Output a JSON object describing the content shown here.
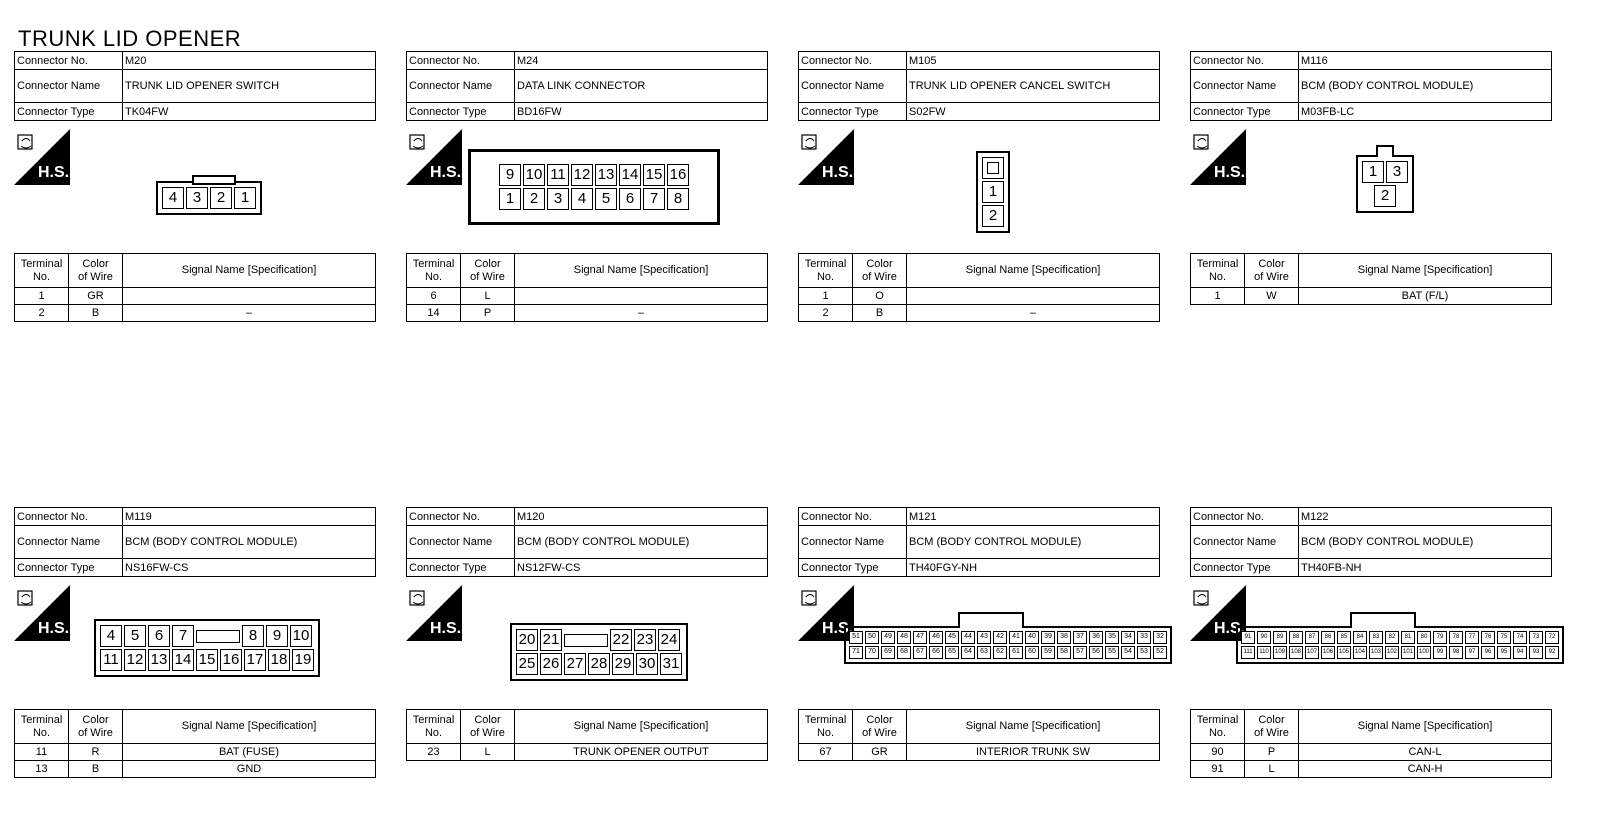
{
  "page_title": "TRUNK LID OPENER",
  "labels": {
    "connector_no": "Connector No.",
    "connector_name": "Connector Name",
    "connector_type": "Connector Type",
    "terminal_no": [
      "Terminal",
      "No."
    ],
    "color_of_wire": [
      "Color",
      "of Wire"
    ],
    "signal_name": "Signal Name [Specification]",
    "hs": "H.S."
  },
  "connectors": [
    {
      "no": "M20",
      "name": "TRUNK LID OPENER SWITCH",
      "type": "TK04FW",
      "pin_rows": [
        [
          "4",
          "3",
          "2",
          "1"
        ]
      ],
      "terminals": [
        {
          "no": "1",
          "color": "GR",
          "signal": ""
        },
        {
          "no": "2",
          "color": "B",
          "signal": "–"
        }
      ]
    },
    {
      "no": "M24",
      "name": "DATA LINK CONNECTOR",
      "type": "BD16FW",
      "pin_rows": [
        [
          "9",
          "10",
          "11",
          "12",
          "13",
          "14",
          "15",
          "16"
        ],
        [
          "1",
          "2",
          "3",
          "4",
          "5",
          "6",
          "7",
          "8"
        ]
      ],
      "terminals": [
        {
          "no": "6",
          "color": "L",
          "signal": ""
        },
        {
          "no": "14",
          "color": "P",
          "signal": "–"
        }
      ]
    },
    {
      "no": "M105",
      "name": "TRUNK LID OPENER CANCEL SWITCH",
      "type": "S02FW",
      "pin_rows": [
        [
          "1"
        ],
        [
          "2"
        ]
      ],
      "terminals": [
        {
          "no": "1",
          "color": "O",
          "signal": ""
        },
        {
          "no": "2",
          "color": "B",
          "signal": "–"
        }
      ]
    },
    {
      "no": "M116",
      "name": "BCM (BODY CONTROL MODULE)",
      "type": "M03FB-LC",
      "pin_rows": [
        [
          "1",
          "3"
        ],
        [
          "2"
        ]
      ],
      "terminals": [
        {
          "no": "1",
          "color": "W",
          "signal": "BAT (F/L)"
        }
      ]
    },
    {
      "no": "M119",
      "name": "BCM (BODY CONTROL MODULE)",
      "type": "NS16FW-CS",
      "pin_rows": [
        [
          "4",
          "5",
          "6",
          "7",
          "",
          "8",
          "9",
          "10"
        ],
        [
          "11",
          "12",
          "13",
          "14",
          "15",
          "16",
          "17",
          "18",
          "19"
        ]
      ],
      "terminals": [
        {
          "no": "11",
          "color": "R",
          "signal": "BAT (FUSE)"
        },
        {
          "no": "13",
          "color": "B",
          "signal": "GND"
        }
      ]
    },
    {
      "no": "M120",
      "name": "BCM (BODY CONTROL MODULE)",
      "type": "NS12FW-CS",
      "pin_rows": [
        [
          "20",
          "21",
          "",
          "22",
          "23",
          "24"
        ],
        [
          "25",
          "26",
          "27",
          "28",
          "29",
          "30",
          "31"
        ]
      ],
      "terminals": [
        {
          "no": "23",
          "color": "L",
          "signal": "TRUNK OPENER OUTPUT"
        }
      ]
    },
    {
      "no": "M121",
      "name": "BCM (BODY CONTROL MODULE)",
      "type": "TH40FGY-NH",
      "pin_rows": [
        [
          "51",
          "50",
          "49",
          "48",
          "47",
          "46",
          "45",
          "44",
          "43",
          "42",
          "41",
          "40",
          "39",
          "38",
          "37",
          "36",
          "35",
          "34",
          "33",
          "32"
        ],
        [
          "71",
          "70",
          "69",
          "68",
          "67",
          "66",
          "65",
          "64",
          "63",
          "62",
          "61",
          "60",
          "59",
          "58",
          "57",
          "56",
          "55",
          "54",
          "53",
          "52"
        ]
      ],
      "terminals": [
        {
          "no": "67",
          "color": "GR",
          "signal": "INTERIOR TRUNK SW"
        }
      ]
    },
    {
      "no": "M122",
      "name": "BCM (BODY CONTROL MODULE)",
      "type": "TH40FB-NH",
      "pin_rows": [
        [
          "91",
          "90",
          "89",
          "88",
          "87",
          "86",
          "85",
          "84",
          "83",
          "82",
          "81",
          "80",
          "79",
          "78",
          "77",
          "76",
          "75",
          "74",
          "73",
          "72"
        ],
        [
          "111",
          "110",
          "109",
          "108",
          "107",
          "106",
          "105",
          "104",
          "103",
          "102",
          "101",
          "100",
          "99",
          "98",
          "97",
          "96",
          "95",
          "94",
          "93",
          "92"
        ]
      ],
      "terminals": [
        {
          "no": "90",
          "color": "P",
          "signal": "CAN-L"
        },
        {
          "no": "91",
          "color": "L",
          "signal": "CAN-H"
        }
      ]
    }
  ]
}
